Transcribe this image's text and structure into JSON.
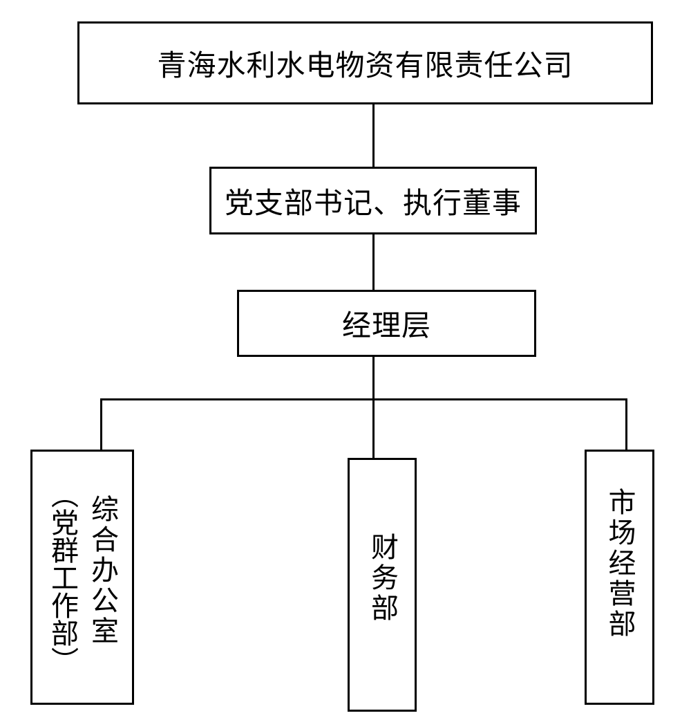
{
  "nodes": {
    "company": "青海水利水电物资有限责任公司",
    "party_secretary": "党支部书记、执行董事",
    "management": "经理层",
    "general_office_main": "综合办公室",
    "general_office_sub": "（党群工作部）",
    "finance": "财务部",
    "marketing": "市场经营部"
  }
}
